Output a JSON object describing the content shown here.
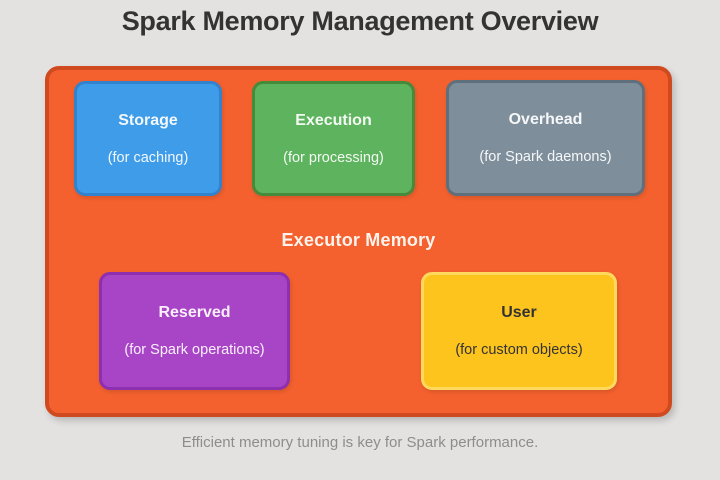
{
  "page": {
    "title": "Spark Memory Management Overview",
    "caption": "Efficient memory tuning is key for Spark performance.",
    "background_color": "#e3e2e0",
    "title_color": "#333333",
    "caption_color": "#8d8d8d"
  },
  "diagram": {
    "container": {
      "label": "Executor Memory",
      "fill": "#f4612e",
      "border": "#d04a20",
      "label_color": "#fdf3ec"
    },
    "blocks": [
      {
        "id": "storage",
        "label": "Storage",
        "sublabel": "(for caching)",
        "fill": "#3f9ce9",
        "border": "#3282cd",
        "text_color": "#f2f8fd",
        "row": "top"
      },
      {
        "id": "execution",
        "label": "Execution",
        "sublabel": "(for processing)",
        "fill": "#5eb35f",
        "border": "#468a3c",
        "text_color": "#f2faf2",
        "row": "top"
      },
      {
        "id": "overhead",
        "label": "Overhead",
        "sublabel": "(for Spark daemons)",
        "fill": "#7e8e9b",
        "border": "#5f707c",
        "text_color": "#f5f7f8",
        "row": "top"
      },
      {
        "id": "reserved",
        "label": "Reserved",
        "sublabel": "(for Spark operations)",
        "fill": "#a845c6",
        "border": "#8d2fae",
        "text_color": "#faf0fc",
        "row": "bottom"
      },
      {
        "id": "user",
        "label": "User",
        "sublabel": "(for custom objects)",
        "fill": "#fdc41e",
        "border": "#ffd95e",
        "text_color": "#333333",
        "row": "bottom"
      }
    ]
  }
}
